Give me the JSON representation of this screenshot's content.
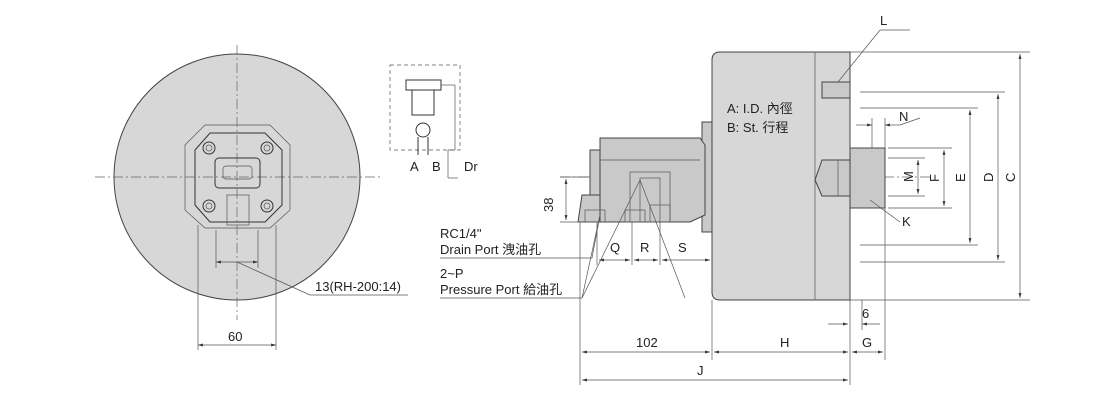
{
  "front_view": {
    "port_note": "13(RH-200:14)",
    "width_dim": "60"
  },
  "symbol": {
    "labels": [
      "A",
      "B",
      "Dr"
    ]
  },
  "side_view": {
    "notes": {
      "id": "A: I.D. 內徑",
      "stroke": "B: St.  行程"
    },
    "drain_port": {
      "line1": "RC1/4\"",
      "line2": "Drain Port  洩油孔"
    },
    "pressure_port": {
      "line1": "2~P",
      "line2": "Pressure Port 給油孔"
    },
    "dims": {
      "height_38": "38",
      "Q": "Q",
      "R": "R",
      "S": "S",
      "d102": "102",
      "H": "H",
      "G": "G",
      "J": "J",
      "six": "6",
      "L": "L",
      "N": "N",
      "K": "K",
      "M": "M",
      "F": "F",
      "E": "E",
      "D": "D",
      "C": "C"
    }
  }
}
